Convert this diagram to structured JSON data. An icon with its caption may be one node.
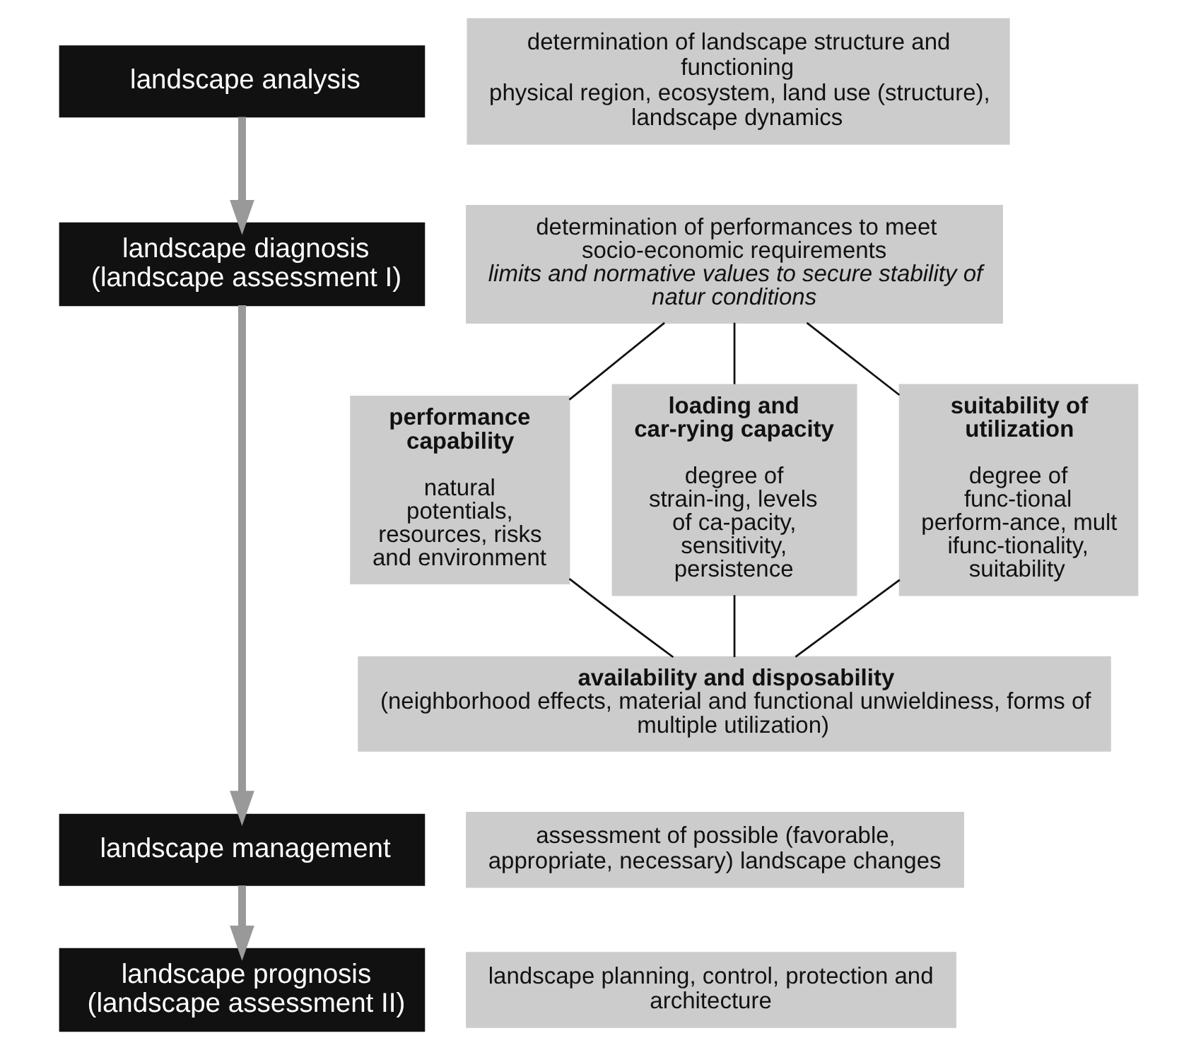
{
  "diagram": {
    "nodes": [
      {
        "text": [
          "landscape analysis"
        ]
      },
      {
        "text": [
          "determination of landscape structure and functioning",
          "physical region, ecosystem, land use (structure), landscape dynamics"
        ]
      },
      {
        "text": [
          "landscape diagnosis (landscape assessment I)"
        ]
      },
      {
        "text": [
          "determination of performances to meet socio-economic requirements",
          "limits and normative values to secure stability of natur conditions"
        ]
      },
      {
        "text": [
          "performance capability",
          "natural potentials, resources, risks and environment"
        ]
      },
      {
        "text": [
          "loading and car-rying capacity",
          "degree of strain-ing, levels of ca-pacity, sensitivity, persistence"
        ]
      },
      {
        "text": [
          "suitability of utilization",
          "degree of func-tional perform-ance, multifunc-tionality, suitability"
        ]
      },
      {
        "text": [
          "availability and disposability",
          "(neighborhood effects, material and functional unwieldiness, forms of multiple utilization)"
        ]
      },
      {
        "text": [
          "landscape management"
        ]
      },
      {
        "text": [
          "assessment of possible (favorable, appropriate, necessary) landscape changes"
        ]
      },
      {
        "text": [
          "landscape prognosis (landscape assessment II)"
        ]
      },
      {
        "text": [
          "landscape planning, control, protection and architecture"
        ]
      }
    ],
    "edges": [
      {
        "from": 0,
        "to": 2,
        "arrow": "to",
        "style": "thick",
        "color": "#999999"
      },
      {
        "from": 2,
        "to": 8,
        "arrow": "to",
        "style": "thick",
        "color": "#999999"
      },
      {
        "from": 8,
        "to": 10,
        "arrow": "to",
        "style": "thick",
        "color": "#999999"
      },
      {
        "from": 3,
        "to": 4,
        "arrow": "none"
      },
      {
        "from": 3,
        "to": 5,
        "arrow": "none"
      },
      {
        "from": 3,
        "to": 6,
        "arrow": "none"
      },
      {
        "from": 4,
        "to": 7,
        "arrow": "none"
      },
      {
        "from": 5,
        "to": 7,
        "arrow": "none"
      },
      {
        "from": 6,
        "to": 7,
        "arrow": "none"
      }
    ]
  }
}
